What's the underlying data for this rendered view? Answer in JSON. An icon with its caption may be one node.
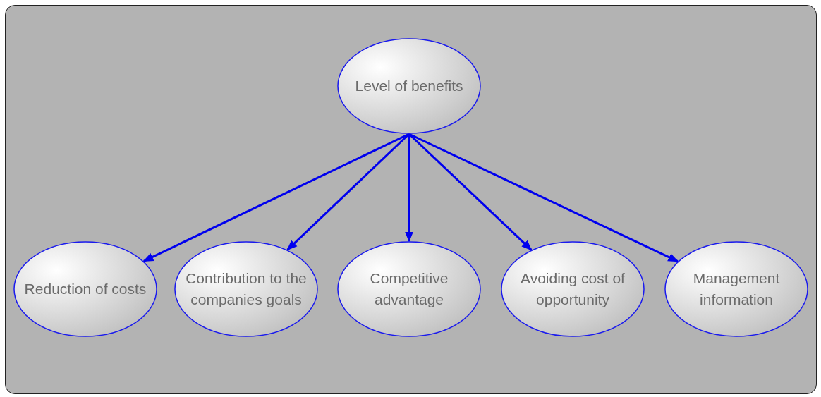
{
  "diagram": {
    "nodes": [
      {
        "text": [
          "Level of benefits"
        ]
      },
      {
        "text": [
          "Reduction of costs"
        ]
      },
      {
        "text": [
          "Contribution to the companies goals"
        ]
      },
      {
        "text": [
          "Competitive advantage"
        ]
      },
      {
        "text": [
          "Avoiding cost of opportunity"
        ]
      },
      {
        "text": [
          "Management information"
        ]
      }
    ],
    "edges": [
      {
        "from": 0,
        "to": 1,
        "arrow": "to"
      },
      {
        "from": 0,
        "to": 2,
        "arrow": "to"
      },
      {
        "from": 0,
        "to": 3,
        "arrow": "to"
      },
      {
        "from": 0,
        "to": 4,
        "arrow": "to"
      },
      {
        "from": 0,
        "to": 5,
        "arrow": "to"
      }
    ]
  }
}
